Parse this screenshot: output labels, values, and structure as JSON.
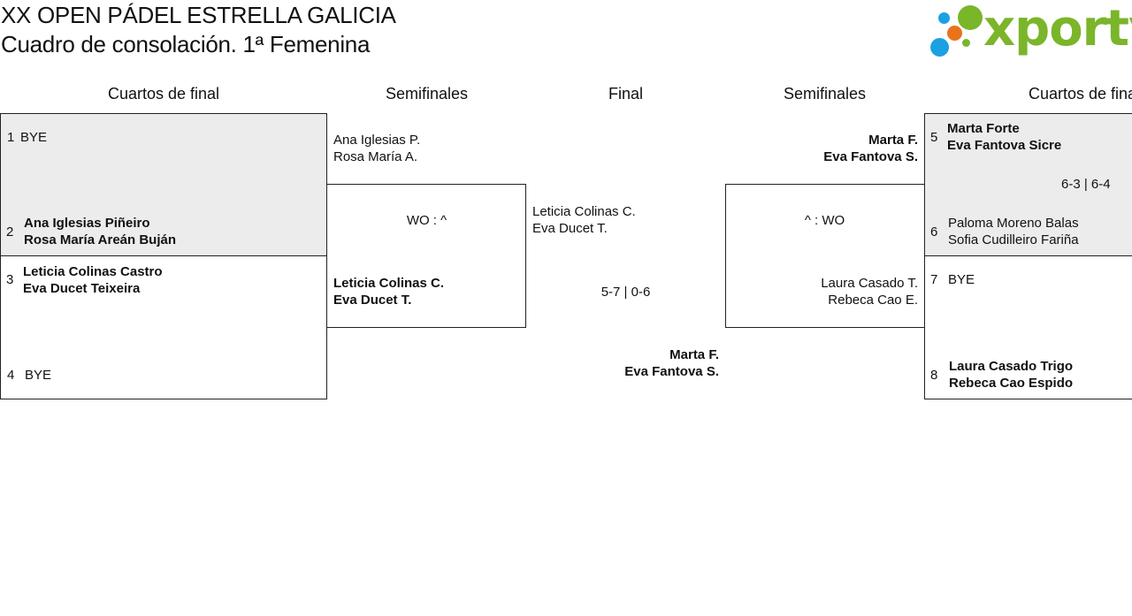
{
  "header": {
    "title_line1": "XX OPEN PÁDEL ESTRELLA GALICIA",
    "title_line2": "Cuadro de consolación. 1ª Femenina",
    "logo_text": "xporty",
    "logo_colors": {
      "green": "#7ab52a",
      "blue": "#1ba1e2",
      "orange": "#e8731a"
    }
  },
  "rounds": {
    "left_qf": "Cuartos de final",
    "left_sf": "Semifinales",
    "final": "Final",
    "right_sf": "Semifinales",
    "right_qf": "Cuartos de final"
  },
  "left_qf": {
    "seed1": {
      "num": "1",
      "name": "BYE"
    },
    "seed2": {
      "num": "2",
      "player1": "Ana Iglesias Piñeiro",
      "player2": "Rosa María Areán Buján"
    },
    "seed3": {
      "num": "3",
      "player1": "Leticia Colinas Castro",
      "player2": "Eva Ducet Teixeira"
    },
    "seed4": {
      "num": "4",
      "name": "BYE"
    }
  },
  "left_sf": {
    "top_player1": "Ana Iglesias P.",
    "top_player2": "Rosa María A.",
    "score": "WO : ^",
    "bottom_player1": "Leticia Colinas C.",
    "bottom_player2": "Eva Ducet T."
  },
  "final": {
    "top_player1": "Leticia Colinas C.",
    "top_player2": "Eva Ducet T.",
    "score": "5-7 | 0-6",
    "winner_player1": "Marta F.",
    "winner_player2": "Eva Fantova S."
  },
  "right_sf": {
    "top_player1": "Marta F.",
    "top_player2": "Eva Fantova S.",
    "score": "^ : WO",
    "bottom_player1": "Laura Casado T.",
    "bottom_player2": "Rebeca Cao E."
  },
  "right_qf": {
    "seed5": {
      "num": "5",
      "player1": "Marta Forte",
      "player2": "Eva Fantova Sicre"
    },
    "score": "6-3 | 6-4",
    "seed6": {
      "num": "6",
      "player1": "Paloma Moreno Balas",
      "player2": "Sofia Cudilleiro Fariña"
    },
    "seed7": {
      "num": "7",
      "name": "BYE"
    },
    "seed8": {
      "num": "8",
      "player1": "Laura Casado Trigo",
      "player2": "Rebeca Cao Espido"
    }
  }
}
